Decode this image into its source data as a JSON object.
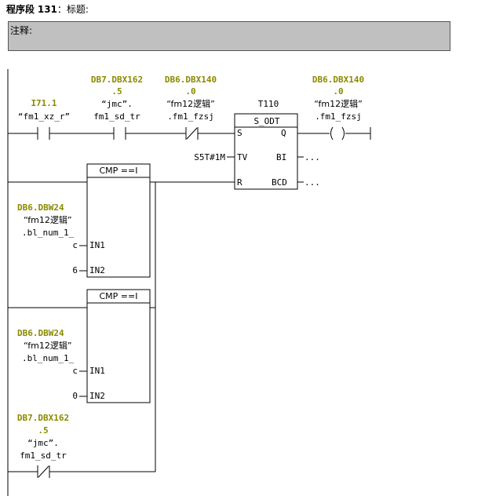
{
  "header": {
    "label": "程序段",
    "number": "131",
    "title_label": "：标题:"
  },
  "comment": {
    "label": "注释:"
  },
  "network": {
    "contact1": {
      "address": "I71.1",
      "symbol": "“fm1_xz_r”"
    },
    "contact2": {
      "address_line1": "DB7.DBX162",
      "address_line2": ".5",
      "symbol_line1": "“jmc”.",
      "symbol_line2": "fm1_sd_tr"
    },
    "contact3": {
      "address_line1": "DB6.DBX140",
      "address_line2": ".0",
      "symbol_line1": "“fm12逻辑”",
      "symbol_line2": ".fm1_fzsj"
    },
    "timer": {
      "name": "T110",
      "type": "S_ODT",
      "pin_s": "S",
      "pin_q": "Q",
      "pin_tv": "TV",
      "pin_bi": "BI",
      "pin_r": "R",
      "pin_bcd": "BCD",
      "tv_value": "S5T#1M",
      "bi_out": "...",
      "bcd_out": "..."
    },
    "coil": {
      "address_line1": "DB6.DBX140",
      "address_line2": ".0",
      "symbol_line1": "“fm12逻辑”",
      "symbol_line2": ".fm1_fzsj",
      "symbol": "( )"
    },
    "cmp1": {
      "title": "CMP ==I",
      "in1_label": "IN1",
      "in2_label": "IN2",
      "in1_value": "c",
      "in2_value": "6",
      "address": "DB6.DBW24",
      "symbol_line1": "“fm12逻辑”",
      "symbol_line2": ".bl_num_1_"
    },
    "cmp2": {
      "title": "CMP ==I",
      "in1_label": "IN1",
      "in2_label": "IN2",
      "in1_value": "c",
      "in2_value": "0",
      "address": "DB6.DBW24",
      "symbol_line1": "“fm12逻辑”",
      "symbol_line2": ".bl_num_1_"
    },
    "contact4": {
      "address_line1": "DB7.DBX162",
      "address_line2": ".5",
      "symbol_line1": "“jmc”.",
      "symbol_line2": "fm1_sd_tr"
    }
  }
}
